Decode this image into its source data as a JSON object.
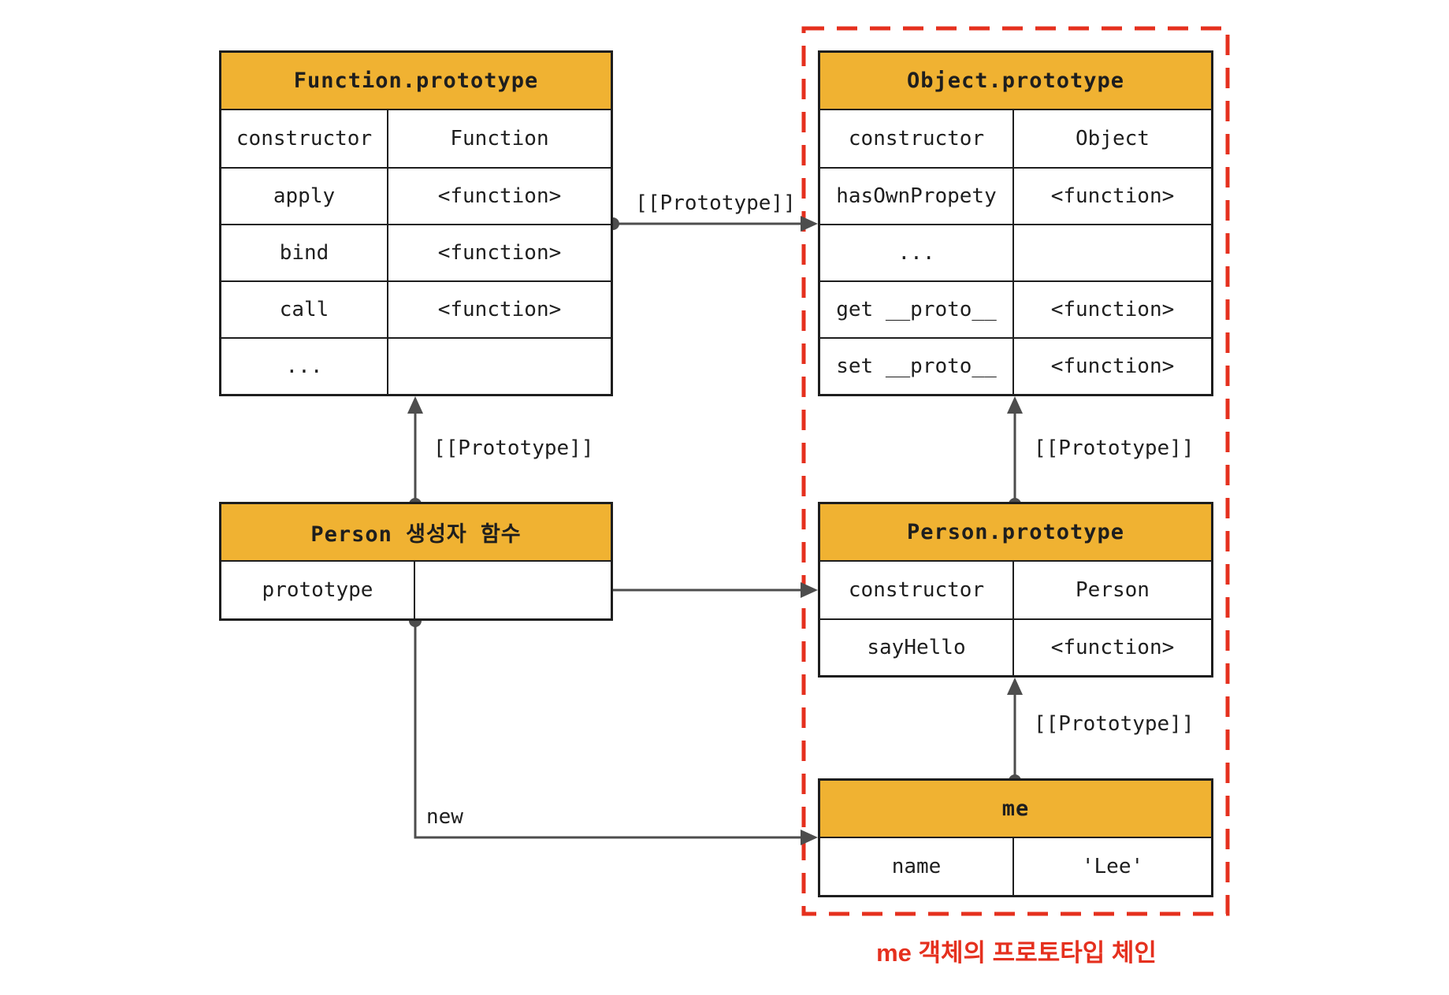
{
  "tables": {
    "function_prototype": {
      "title": "Function.prototype",
      "rows": [
        {
          "key": "constructor",
          "value": "Function"
        },
        {
          "key": "apply",
          "value": "<function>"
        },
        {
          "key": "bind",
          "value": "<function>"
        },
        {
          "key": "call",
          "value": "<function>"
        },
        {
          "key": "...",
          "value": ""
        }
      ]
    },
    "object_prototype": {
      "title": "Object.prototype",
      "rows": [
        {
          "key": "constructor",
          "value": "Object"
        },
        {
          "key": "hasOwnPropety",
          "value": "<function>"
        },
        {
          "key": "...",
          "value": ""
        },
        {
          "key": "get __proto__",
          "value": "<function>"
        },
        {
          "key": "set __proto__",
          "value": "<function>"
        }
      ]
    },
    "person_constructor": {
      "title": "Person 생성자 함수",
      "rows": [
        {
          "key": "prototype",
          "value": ""
        }
      ]
    },
    "person_prototype": {
      "title": "Person.prototype",
      "rows": [
        {
          "key": "constructor",
          "value": "Person"
        },
        {
          "key": "sayHello",
          "value": "<function>"
        }
      ]
    },
    "me_object": {
      "title": "me",
      "rows": [
        {
          "key": "name",
          "value": "'Lee'"
        }
      ]
    }
  },
  "labels": {
    "prototype_link": "[[Prototype]]",
    "new_operator": "new",
    "chain_caption": "me 객체의 프로토타입 체인"
  },
  "colors": {
    "header_yellow": "#f0b232",
    "table_border": "#1e1e1e",
    "arrow_gray": "#4d4d4d",
    "chain_red": "#e5301e",
    "background": "#ffffff"
  }
}
